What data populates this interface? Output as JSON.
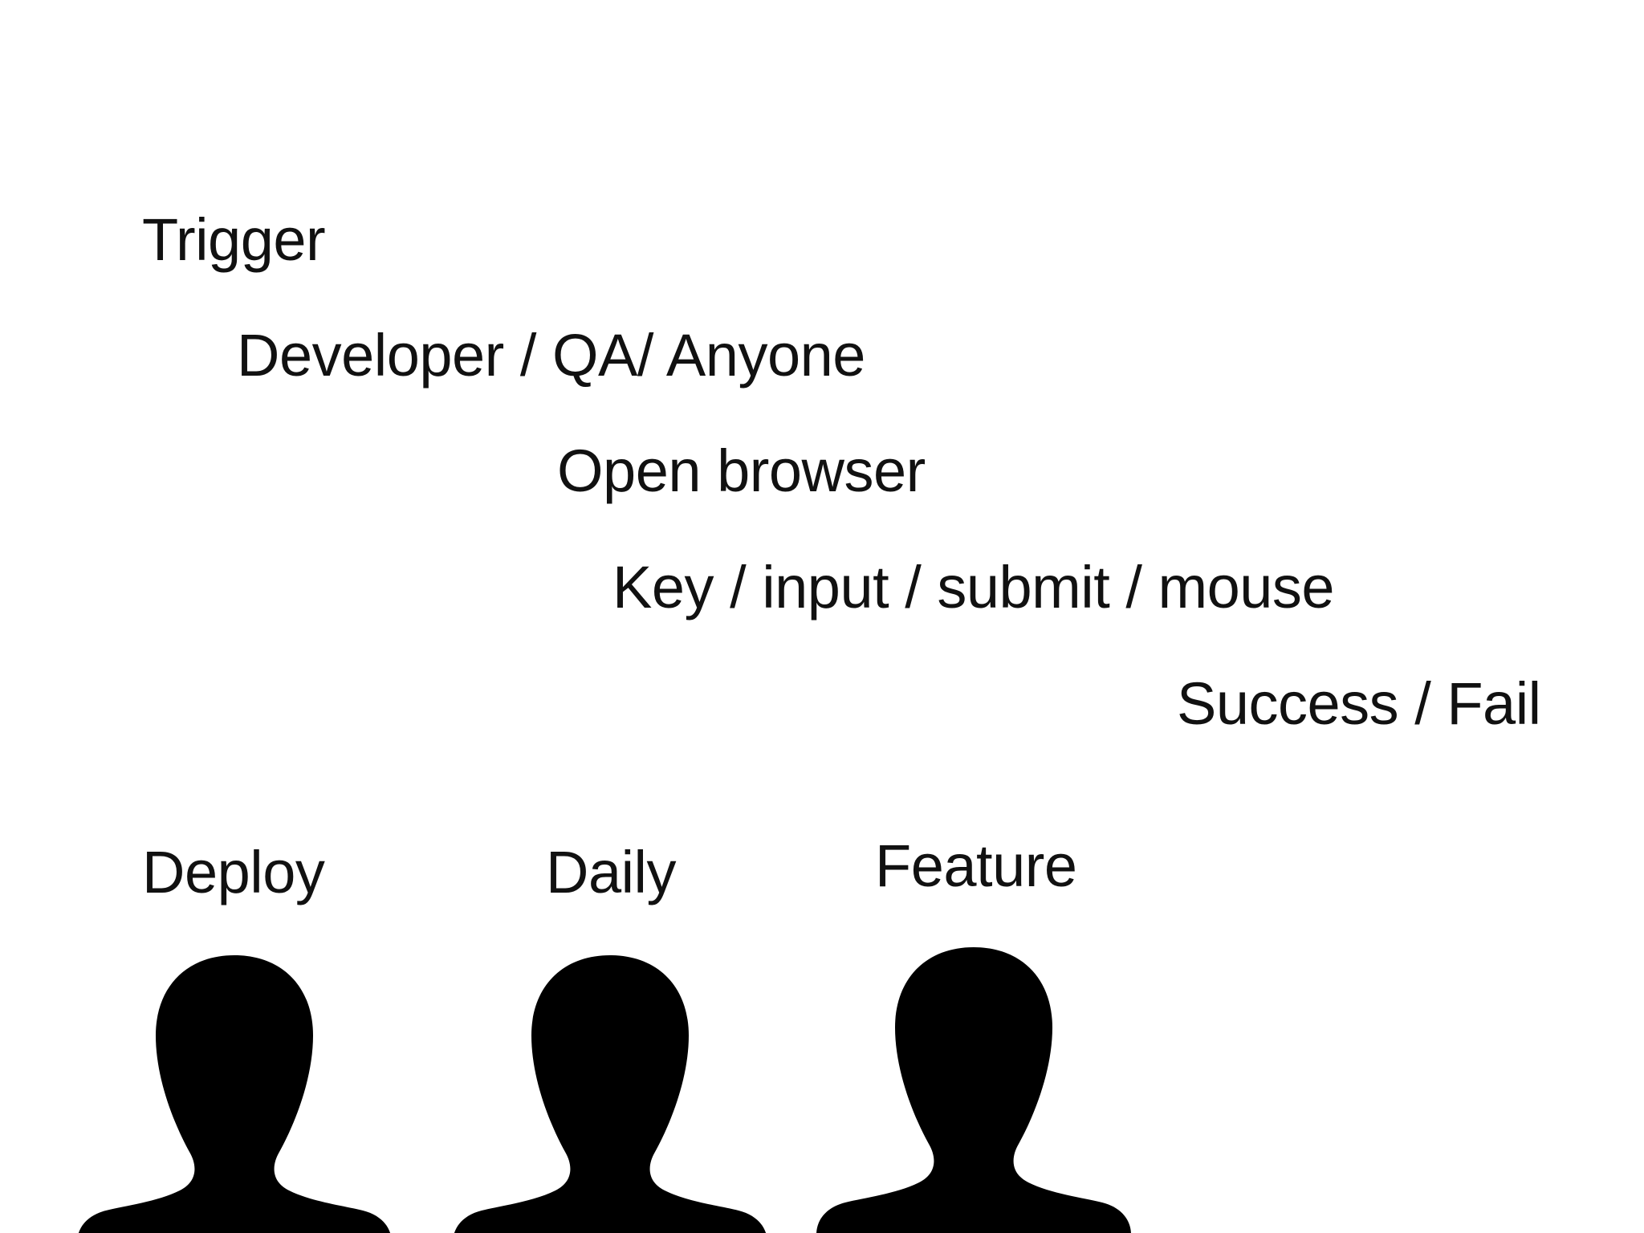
{
  "steps": [
    "Trigger",
    "Developer / QA/ Anyone",
    "Open browser",
    "Key / input / submit / mouse",
    "Success / Fail"
  ],
  "people": [
    {
      "label": "Deploy",
      "icon": "person-silhouette-icon"
    },
    {
      "label": "Daily",
      "icon": "person-silhouette-icon"
    },
    {
      "label": "Feature",
      "icon": "person-silhouette-icon"
    }
  ]
}
